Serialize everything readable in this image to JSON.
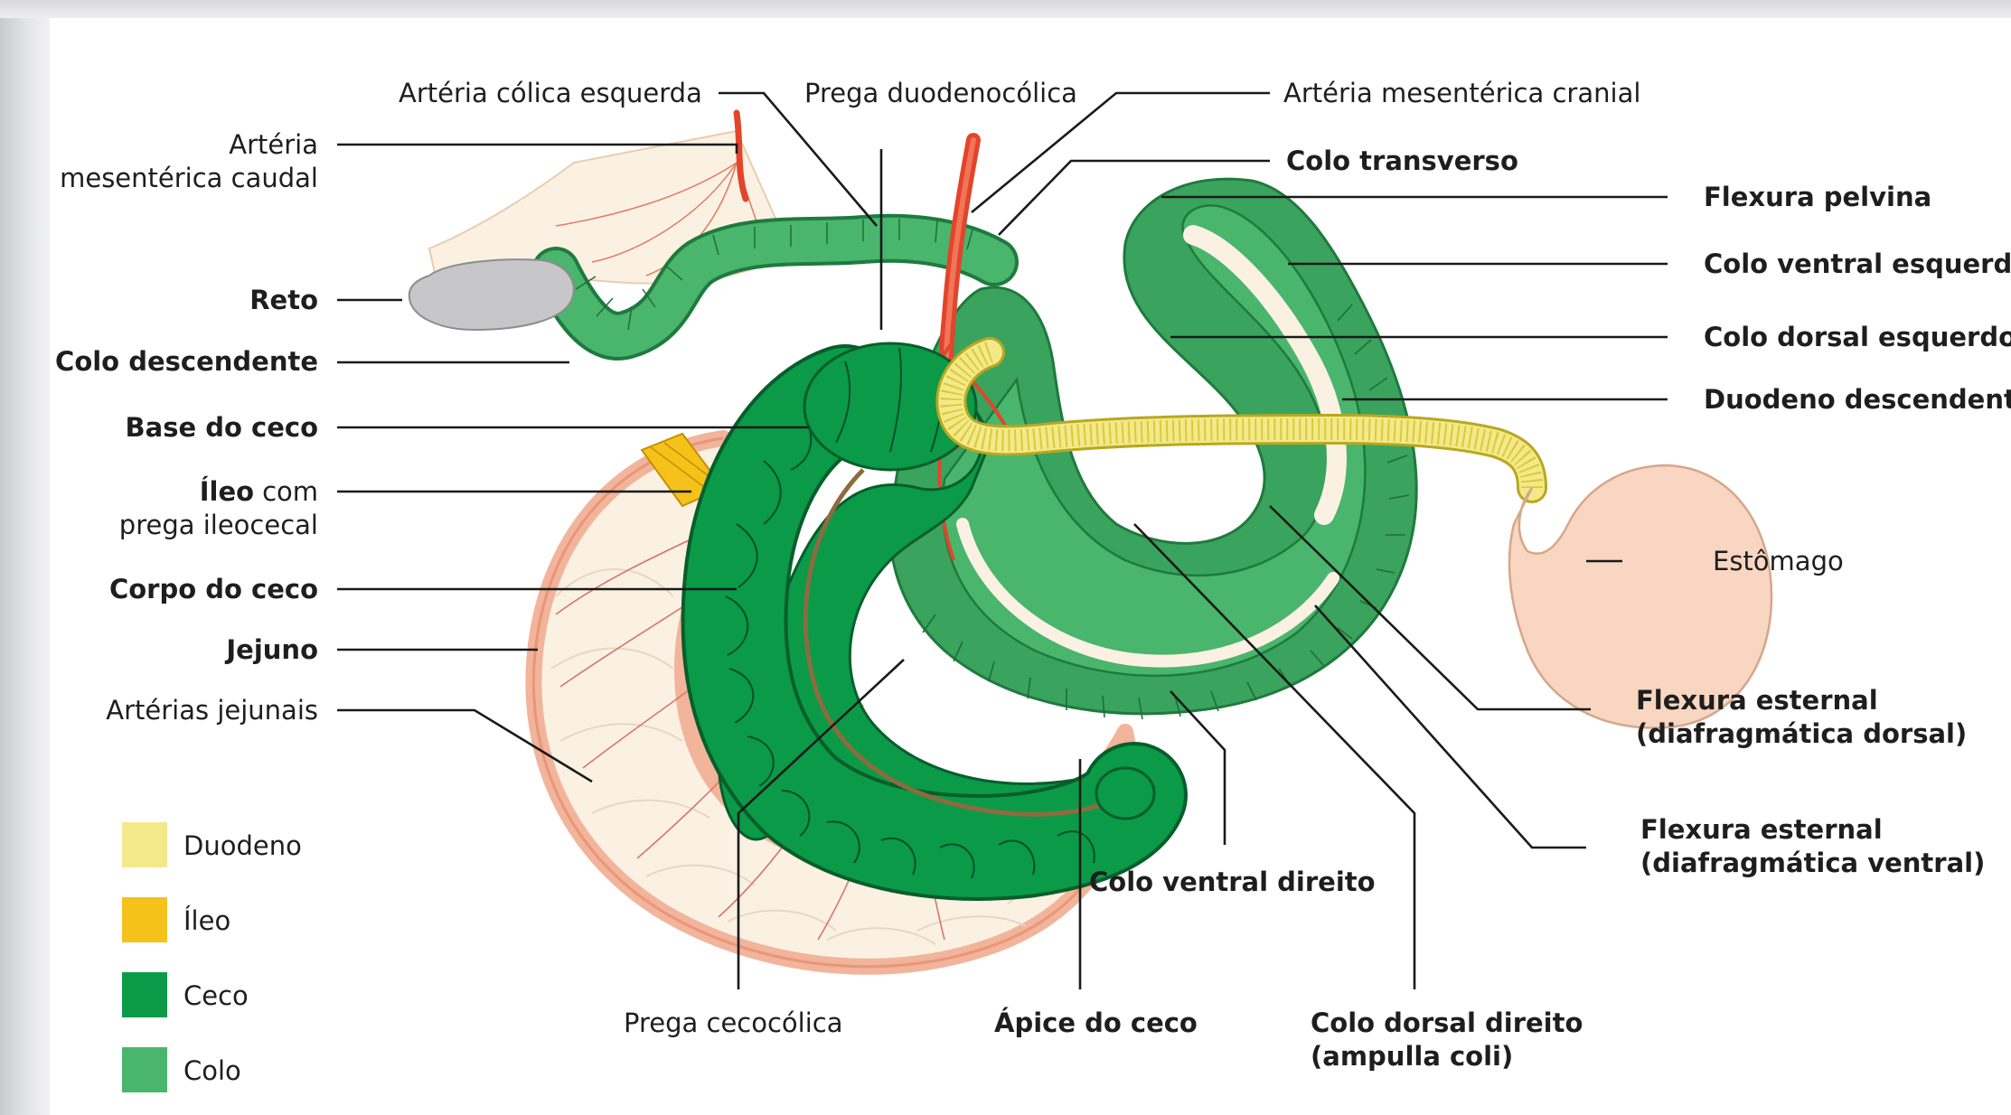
{
  "colors": {
    "duodeno": "#f4e98a",
    "duodeno_stripe": "#d9cb3a",
    "ileo": "#f5c21b",
    "ceco": "#0b9a48",
    "colo": "#49b56d",
    "colo_dark": "#2e8f4f",
    "mesentery": "#fbf1e3",
    "jejuno": "#f2b49a",
    "artery": "#e2452c",
    "estomago": "#f8d6c2",
    "reto": "#c7c7c9"
  },
  "labels": {
    "arteria_colica_esquerda": "Artéria cólica esquerda",
    "prega_duodenocolica": "Prega duodenocólica",
    "arteria_mesenterica_cranial": "Artéria mesentérica cranial",
    "arteria_mesenterica_caudal_1": "Artéria",
    "arteria_mesenterica_caudal_2": "mesentérica caudal",
    "colo_transverso": "Colo transverso",
    "flexura_pelvina": "Flexura pelvina",
    "colo_ventral_esquerdo": "Colo ventral esquerdo",
    "colo_dorsal_esquerdo": "Colo dorsal esquerdo",
    "duodeno_descendente": "Duodeno descendente",
    "reto": "Reto",
    "colo_descendente": "Colo descendente",
    "base_do_ceco": "Base do ceco",
    "ileo_1": "Íleo",
    "ileo_1b": "com",
    "ileo_2": "prega ileocecal",
    "corpo_do_ceco": "Corpo do ceco",
    "jejuno": "Jejuno",
    "arterias_jejunais": "Artérias jejunais",
    "estomago": "Estômago",
    "flexura_esternal_dorsal_1": "Flexura esternal",
    "flexura_esternal_dorsal_2": "(diafragmática dorsal)",
    "flexura_esternal_ventral_1": "Flexura esternal",
    "flexura_esternal_ventral_2": "(diafragmática ventral)",
    "colo_ventral_direito": "Colo ventral direito",
    "prega_cecocolica": "Prega cecocólica",
    "apice_do_ceco": "Ápice do ceco",
    "colo_dorsal_direito_1": "Colo dorsal direito",
    "colo_dorsal_direito_2": "(ampulla coli)"
  },
  "legend": [
    {
      "label": "Duodeno",
      "color": "#f4e98a"
    },
    {
      "label": "Íleo",
      "color": "#f5c21b"
    },
    {
      "label": "Ceco",
      "color": "#0b9a48"
    },
    {
      "label": "Colo",
      "color": "#49b56d"
    }
  ]
}
